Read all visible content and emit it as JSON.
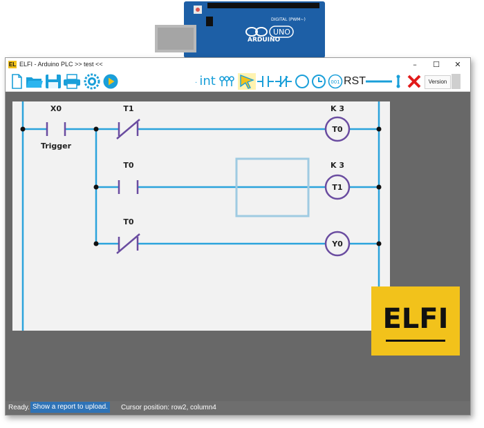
{
  "window": {
    "title": "ELFI - Arduino PLC >> test <<",
    "app_logo": "EL",
    "controls": {
      "minimize": "–",
      "maximize": "☐",
      "close": "✕"
    }
  },
  "arduino": {
    "brand": "ARDUINO",
    "model": "UNO",
    "header": "DIGITAL (PWM~)"
  },
  "toolbar": {
    "icons": [
      "new-file-icon",
      "open-folder-icon",
      "save-icon",
      "print-icon",
      "settings-gear-icon",
      "run-play-icon"
    ],
    "int_label": "int",
    "contacts_label": "ʕʕʕ",
    "rst_label": "RST",
    "counter_label": "001",
    "version_label": "Version"
  },
  "ladder": {
    "rungs": [
      {
        "contact1": {
          "label": "X0",
          "sublabel": "Trigger",
          "type": "NO"
        },
        "contact2": {
          "label": "T1",
          "type": "NC"
        },
        "coil_header": "K 3",
        "coil": "T0"
      },
      {
        "contact": {
          "label": "T0",
          "type": "NO"
        },
        "coil_header": "K 3",
        "coil": "T1"
      },
      {
        "contact": {
          "label": "T0",
          "type": "NC"
        },
        "coil_header": "",
        "coil": "Y0"
      }
    ]
  },
  "brand_logo": {
    "text": "ELFI"
  },
  "status": {
    "ready": "Ready.",
    "report": "Show a report to upload.",
    "cursor": "Cursor position:  row2,  column4"
  },
  "colors": {
    "wire": "#2aa3dc",
    "contact": "#6a4ca0",
    "selection": "#9fcbe2",
    "logo": "#f2c21b"
  }
}
